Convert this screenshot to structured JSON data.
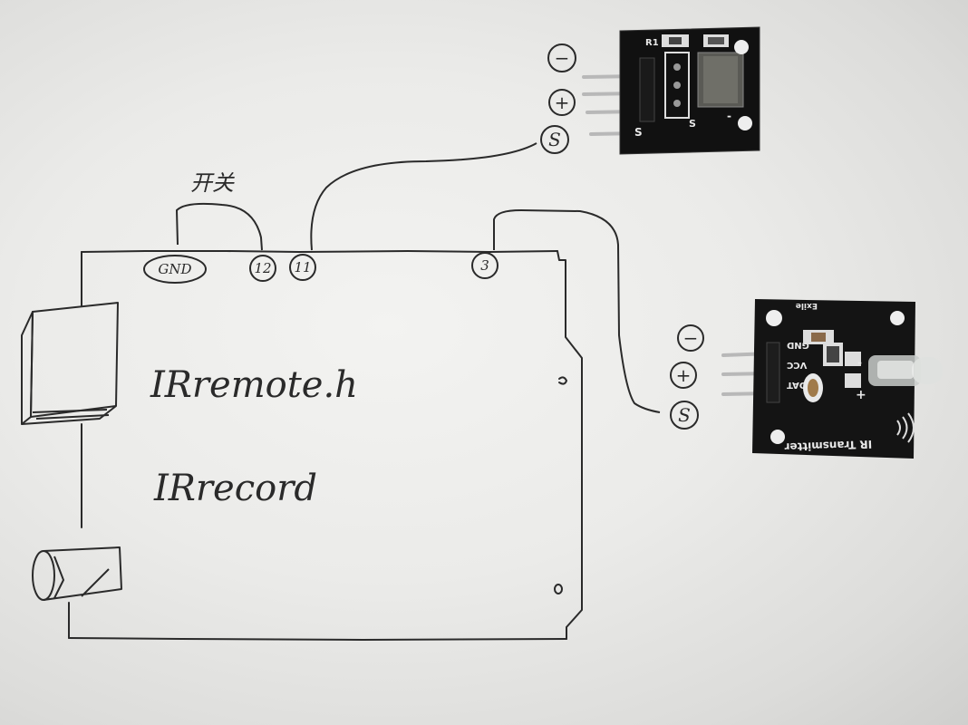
{
  "title_note": "开关",
  "pins": {
    "gnd": "GND",
    "p12": "12",
    "p11": "11",
    "p3": "3"
  },
  "notes": {
    "library1": "IRremote.h",
    "library2": "IRrecord"
  },
  "receiver": {
    "pin_minus": "−",
    "pin_plus": "+",
    "pin_s": "S",
    "silk_s1": "S",
    "silk_s2": "S",
    "silk_minus": "-",
    "silk_code": "R1"
  },
  "transmitter": {
    "pin_minus": "−",
    "pin_plus": "+",
    "pin_s": "S",
    "silk_gnd": "GND",
    "silk_vcc": "VCC",
    "silk_dat": "DAT",
    "silk_name": "IR Transmitter",
    "silk_brand": "Exile",
    "silk_minus": "-",
    "silk_plus": "+"
  }
}
